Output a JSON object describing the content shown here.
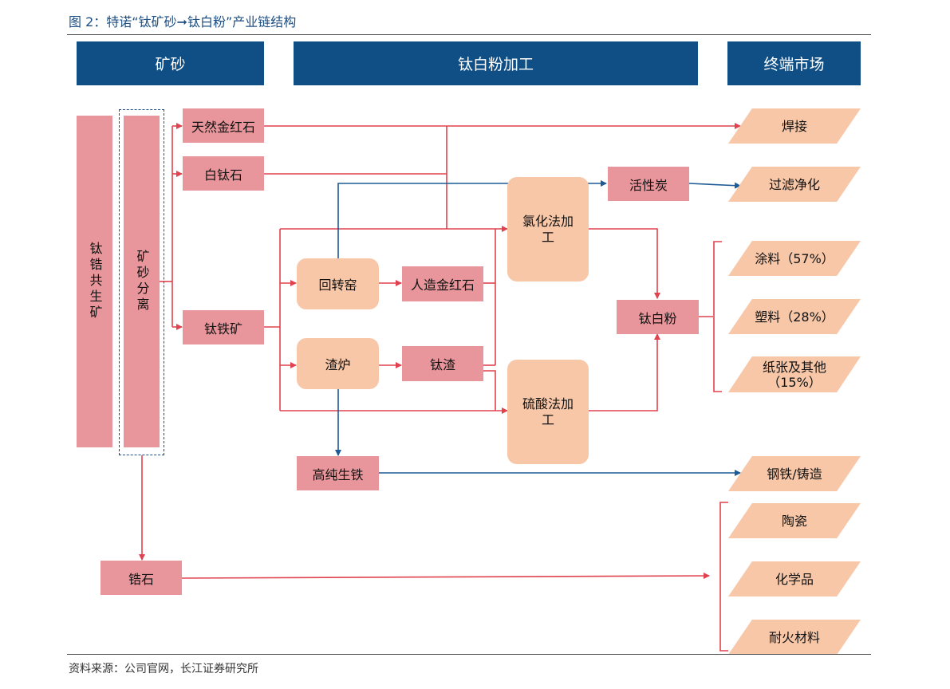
{
  "title": "图 2：特诺“钛矿砂➞钛白粉”产业链结构",
  "source": "资料来源：公司官网，长江证券研究所",
  "headers": {
    "ore": "矿砂",
    "processing": "钛白粉加工",
    "market": "终端市场"
  },
  "nodes": {
    "ti_zr_ore": "钛锆共生矿",
    "separation": "矿砂分离",
    "rutile": "天然金红石",
    "leucoxene": "白钛石",
    "ilmenite": "钛铁矿",
    "zircon": "锆石",
    "rotary_kiln": "回转窑",
    "synthetic_rutile": "人造金红石",
    "slag_furnace": "渣炉",
    "ti_slag": "钛渣",
    "chloride_process": "氯化法加工",
    "sulfate_process": "硫酸法加工",
    "activated_carbon": "活性炭",
    "tio2": "钛白粉",
    "pig_iron": "高纯生铁"
  },
  "markets": {
    "welding": "焊接",
    "filtration": "过滤净化",
    "coatings": "涂料（57%）",
    "plastics": "塑料（28%）",
    "paper_other_1": "纸张及其他",
    "paper_other_2": "（15%）",
    "steel": "钢铁/铸造",
    "ceramics": "陶瓷",
    "chemicals": "化学品",
    "refractories": "耐火材料"
  },
  "colors": {
    "header": "#0f4f86",
    "node": "#e8969b",
    "process": "#f7c7a8",
    "red_line": "#e0424f",
    "blue_line": "#1d5a96"
  }
}
